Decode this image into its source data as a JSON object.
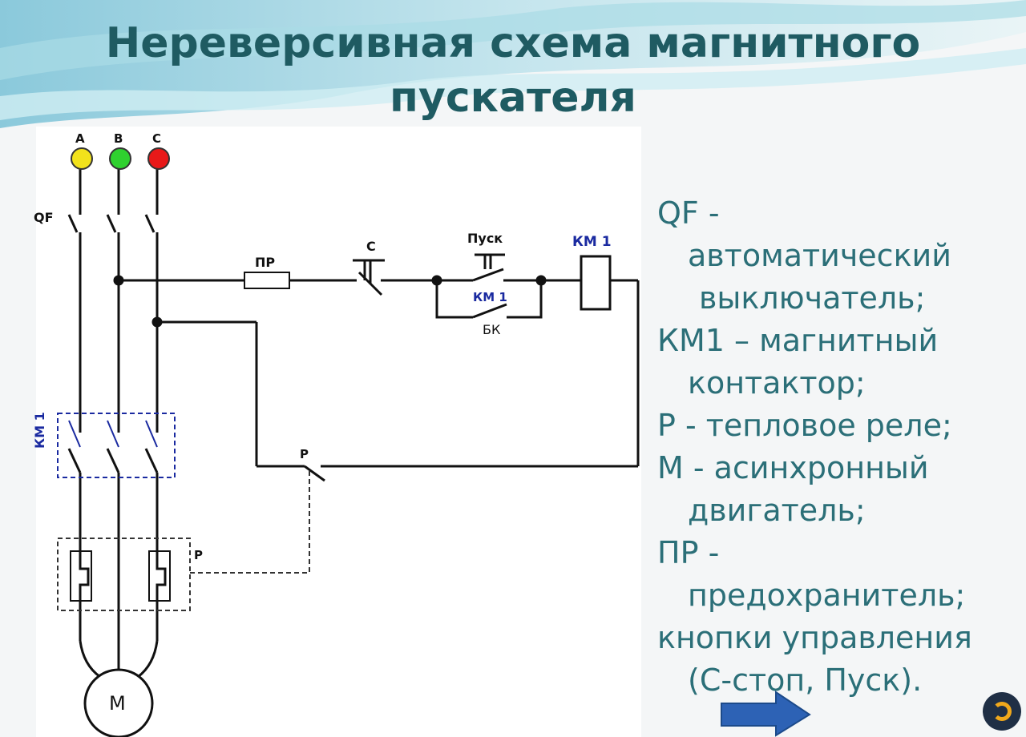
{
  "slide": {
    "title_line1": "Нереверсивная схема магнитного",
    "title_line2": "пускателя"
  },
  "diagram": {
    "phases": [
      {
        "label": "A",
        "color": "#f2e21b"
      },
      {
        "label": "B",
        "color": "#2fd12f"
      },
      {
        "label": "C",
        "color": "#e81919"
      }
    ],
    "labels": {
      "qf": "QF",
      "fuse": "ПР",
      "stop": "С",
      "start": "Пуск",
      "coil": "КМ 1",
      "aux_contact": "КМ 1",
      "aux_contact_sub": "БК",
      "main_contactor": "КМ 1",
      "relay_contact": "Р",
      "thermal_relay": "Р",
      "motor": "М"
    }
  },
  "legend": {
    "l1": "QF -",
    "l2": "автоматический",
    "l3": "выключатель;",
    "l4": "КМ1 – магнитный",
    "l5": "контактор;",
    "l6": "Р - тепловое реле;",
    "l7": "М - асинхронный",
    "l8": "двигатель;",
    "l9": "ПР -",
    "l10": "предохранитель;",
    "l11": "кнопки управления",
    "l12": "(С-стоп, Пуск)."
  },
  "colors": {
    "title": "#1f5b62",
    "legend": "#2b6f78",
    "arrow": "#2d62b5",
    "km_label": "#1a2aa0"
  }
}
